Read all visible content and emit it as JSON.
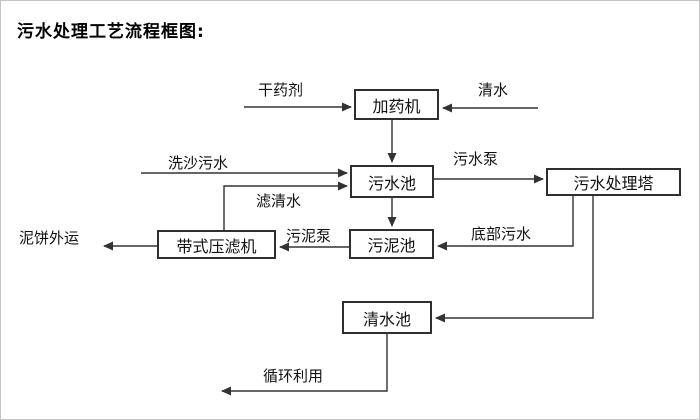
{
  "title": "污水处理工艺流程框图:",
  "flowchart": {
    "nodes": [
      {
        "id": "dosing-machine",
        "label": "加药机"
      },
      {
        "id": "sewage-pool",
        "label": "污水池"
      },
      {
        "id": "sewage-treatment-tower",
        "label": "污水处理塔"
      },
      {
        "id": "belt-filter-press",
        "label": "带式压滤机"
      },
      {
        "id": "sludge-pool",
        "label": "污泥池"
      },
      {
        "id": "clean-water-pool",
        "label": "清水池"
      }
    ],
    "edge_labels": [
      {
        "id": "dry-chemical",
        "label": "干药剂"
      },
      {
        "id": "clean-water",
        "label": "清水"
      },
      {
        "id": "sand-washing-sewage",
        "label": "洗沙污水"
      },
      {
        "id": "filtered-water",
        "label": "滤清水"
      },
      {
        "id": "sewage-pump",
        "label": "污水泵"
      },
      {
        "id": "bottom-sewage",
        "label": "底部污水"
      },
      {
        "id": "sludge-pump",
        "label": "污泥泵"
      },
      {
        "id": "mud-cake-shipped-out",
        "label": "泥饼外运"
      },
      {
        "id": "recycle-reuse",
        "label": "循环利用"
      }
    ]
  },
  "colors": {
    "line": "#333333",
    "text": "#111111",
    "box_border": "#2f2f2f",
    "background": "#ffffff",
    "page_border": "#c4c4c4"
  }
}
